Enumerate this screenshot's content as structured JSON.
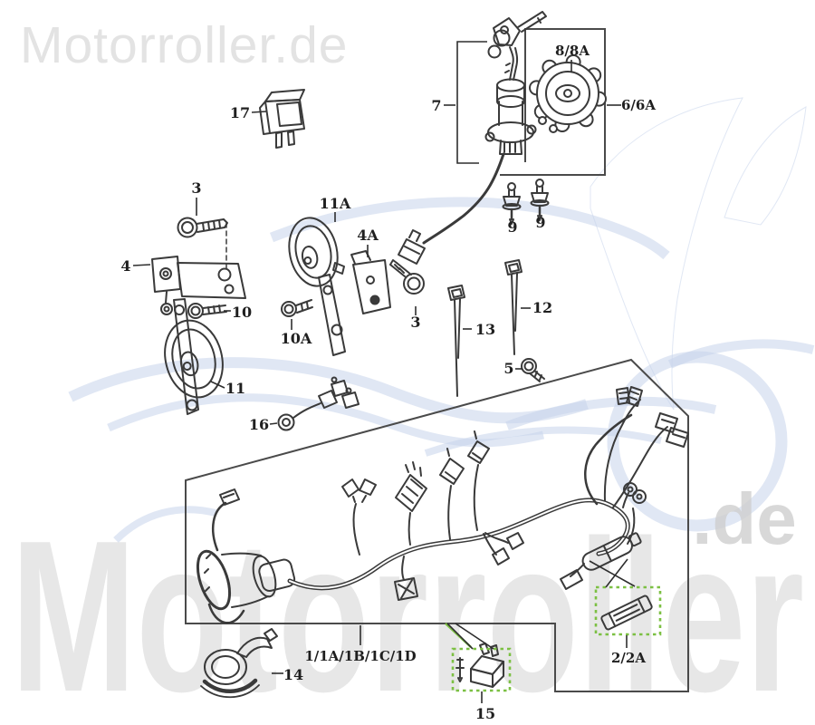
{
  "brand": {
    "logo": "Motorroller.de",
    "watermark_word": "Motorroller",
    "watermark_domain": ".de"
  },
  "colors": {
    "line_art": "#3a3a3a",
    "box_outline": "#4a4a4a",
    "highlight_green": "#7cc043",
    "watermark_blue": "#c7d3eb",
    "watermark_gray": "#d4d4d4",
    "logo_gray": "#e3e3e3"
  },
  "part_labels": {
    "relay": "17",
    "bolt_top": "3",
    "bracket_left": "4",
    "screw_10": "10",
    "screw_10a": "10A",
    "horn_lower": "11",
    "horn_upper": "11A",
    "bracket_4a": "4A",
    "bolt_right": "3",
    "connector_16": "16",
    "ignition_switch": "7",
    "fuel_cap_inner": "8/8A",
    "fuel_cap": "6/6A",
    "bolt_9_left": "9",
    "bolt_9_right": "9",
    "cable_tie_13": "13",
    "cable_tie_12": "12",
    "bolt_5": "5",
    "wiring_harness": "1/1A/1B/1C/1D",
    "fuse": "2/2A",
    "flasher_relay": "15",
    "clamp": "14"
  }
}
